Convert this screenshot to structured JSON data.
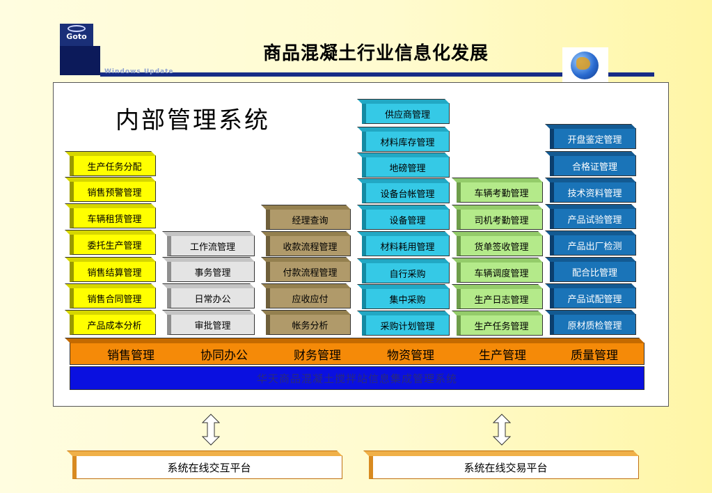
{
  "slide": {
    "title": "商品混凝土行业信息化发展",
    "logo_text": "Goto",
    "rule_text": "Windows Update"
  },
  "diagram": {
    "heading": "内部管理系统",
    "columns": [
      {
        "category": "销售管理",
        "color": "#ffff00",
        "items": [
          "生产任务分配",
          "销售预警管理",
          "车辆租赁管理",
          "委托生产管理",
          "销售结算管理",
          "销售合同管理",
          "产品成本分析"
        ]
      },
      {
        "category": "协同办公",
        "color": "#e4e4e4",
        "items": [
          "工作流管理",
          "事务管理",
          "日常办公",
          "审批管理"
        ]
      },
      {
        "category": "财务管理",
        "color": "#b09a6a",
        "items": [
          "经理查询",
          "收款流程管理",
          "付款流程管理",
          "应收应付",
          "帐务分析"
        ]
      },
      {
        "category": "物资管理",
        "color": "#35c9e6",
        "items": [
          "供应商管理",
          "材料库存管理",
          "地磅管理",
          "设备台帐管理",
          "设备管理",
          "材料耗用管理",
          "自行采购",
          "集中采购",
          "采购计划管理"
        ]
      },
      {
        "category": "生产管理",
        "color": "#b4ea8a",
        "items": [
          "车辆考勤管理",
          "司机考勤管理",
          "货单签收管理",
          "车辆调度管理",
          "生产日志管理",
          "生产任务管理"
        ]
      },
      {
        "category": "质量管理",
        "color": "#1a74b8",
        "items": [
          "开盘鉴定管理",
          "合格证管理",
          "技术资料管理",
          "产品试验管理",
          "产品出厂检测",
          "配合比管理",
          "产品试配管理",
          "原材质检管理"
        ]
      }
    ],
    "system_bar": "华天商品混凝土搅拌站信息集成管理系统"
  },
  "platforms": [
    "系统在线交互平台",
    "系统在线交易平台"
  ]
}
